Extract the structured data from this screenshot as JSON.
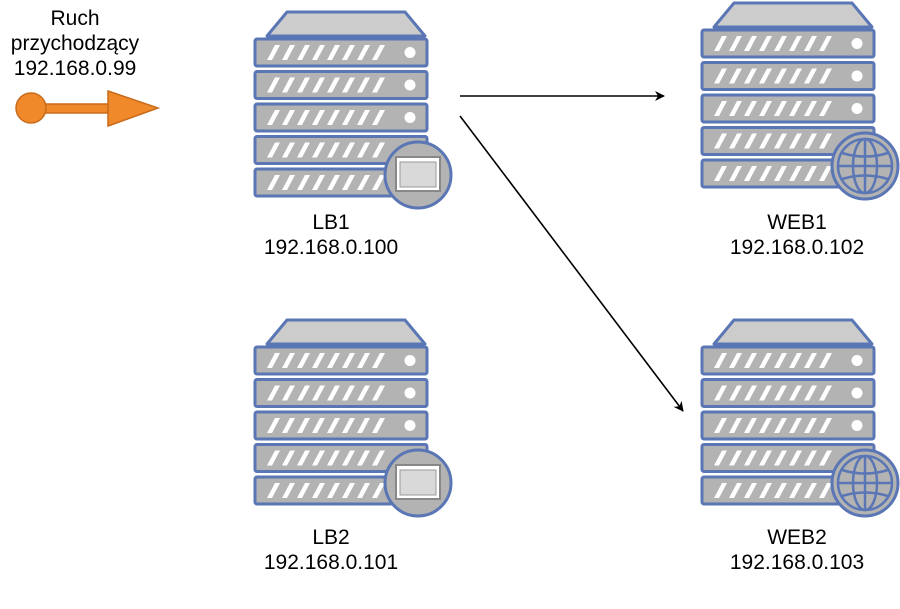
{
  "incoming": {
    "line1": "Ruch",
    "line2": "przychodzący",
    "ip": "192.168.0.99"
  },
  "nodes": {
    "lb1": {
      "name": "LB1",
      "ip": "192.168.0.100",
      "badge": "window-icon"
    },
    "lb2": {
      "name": "LB2",
      "ip": "192.168.0.101",
      "badge": "window-icon"
    },
    "web1": {
      "name": "WEB1",
      "ip": "192.168.0.102",
      "badge": "globe-icon"
    },
    "web2": {
      "name": "WEB2",
      "ip": "192.168.0.103",
      "badge": "globe-icon"
    }
  },
  "connections": [
    {
      "from": "lb1",
      "to": "web1"
    },
    {
      "from": "lb1",
      "to": "web2"
    }
  ],
  "colors": {
    "server_fill": "#b3b3b3",
    "server_top": "#cccccc",
    "server_stroke": "#5a76b4",
    "stripe": "#ffffff",
    "arrow_orange": "#f0892a",
    "arrow_orange_dark": "#c86b1a",
    "edge": "#000000"
  }
}
